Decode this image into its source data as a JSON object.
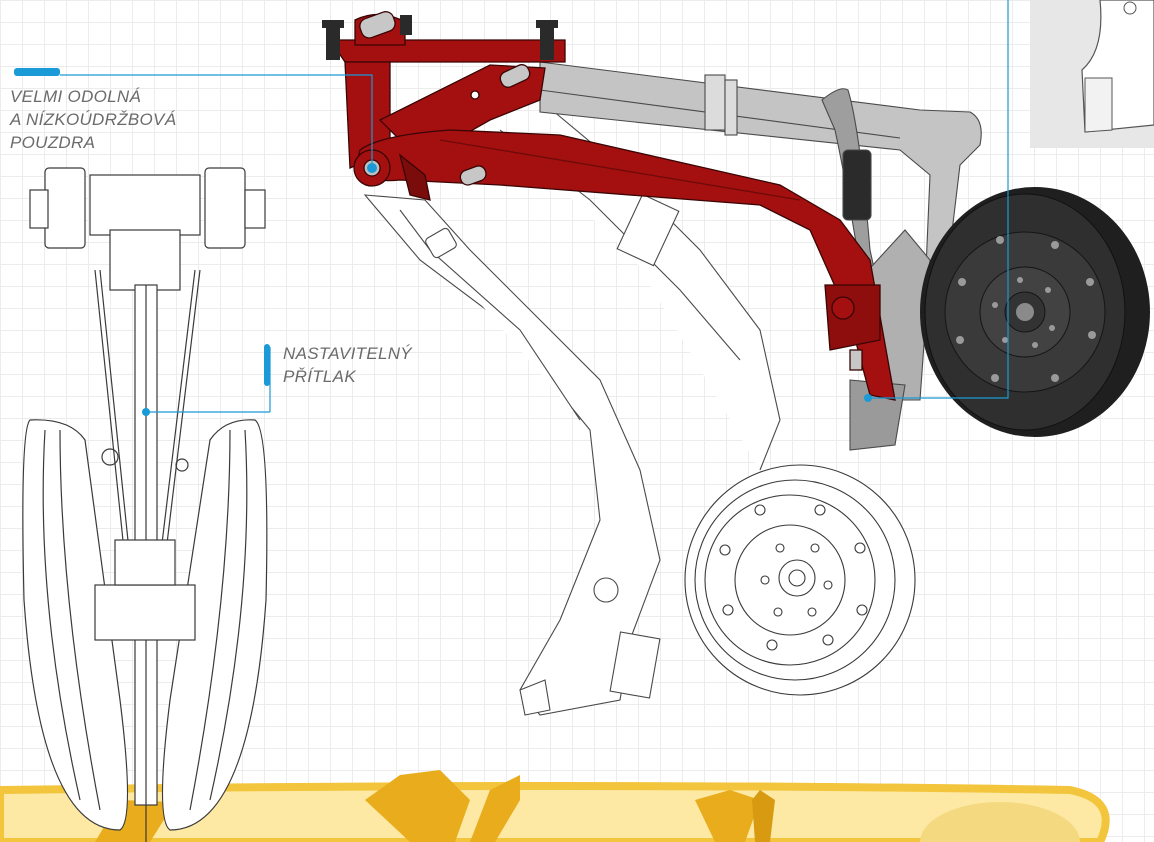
{
  "callouts": {
    "bushings": {
      "line1": "VELMI ODOLNÁ",
      "line2": "A NÍZKOÚDRŽBOVÁ",
      "line3": "POUZDRA"
    },
    "downforce": {
      "line1": "NASTAVITELNÝ",
      "line2": "PŘÍTLAK"
    }
  },
  "colors": {
    "accent": "#1a9ad6",
    "frame_red": "#a3100f",
    "frame_red_dark": "#6e0a0a",
    "steel_grey": "#b5b5b5",
    "tire_black": "#2a2a2a",
    "soil_light": "#fde9a3",
    "soil_dark": "#e8ac1c",
    "grid": "#ececec"
  }
}
